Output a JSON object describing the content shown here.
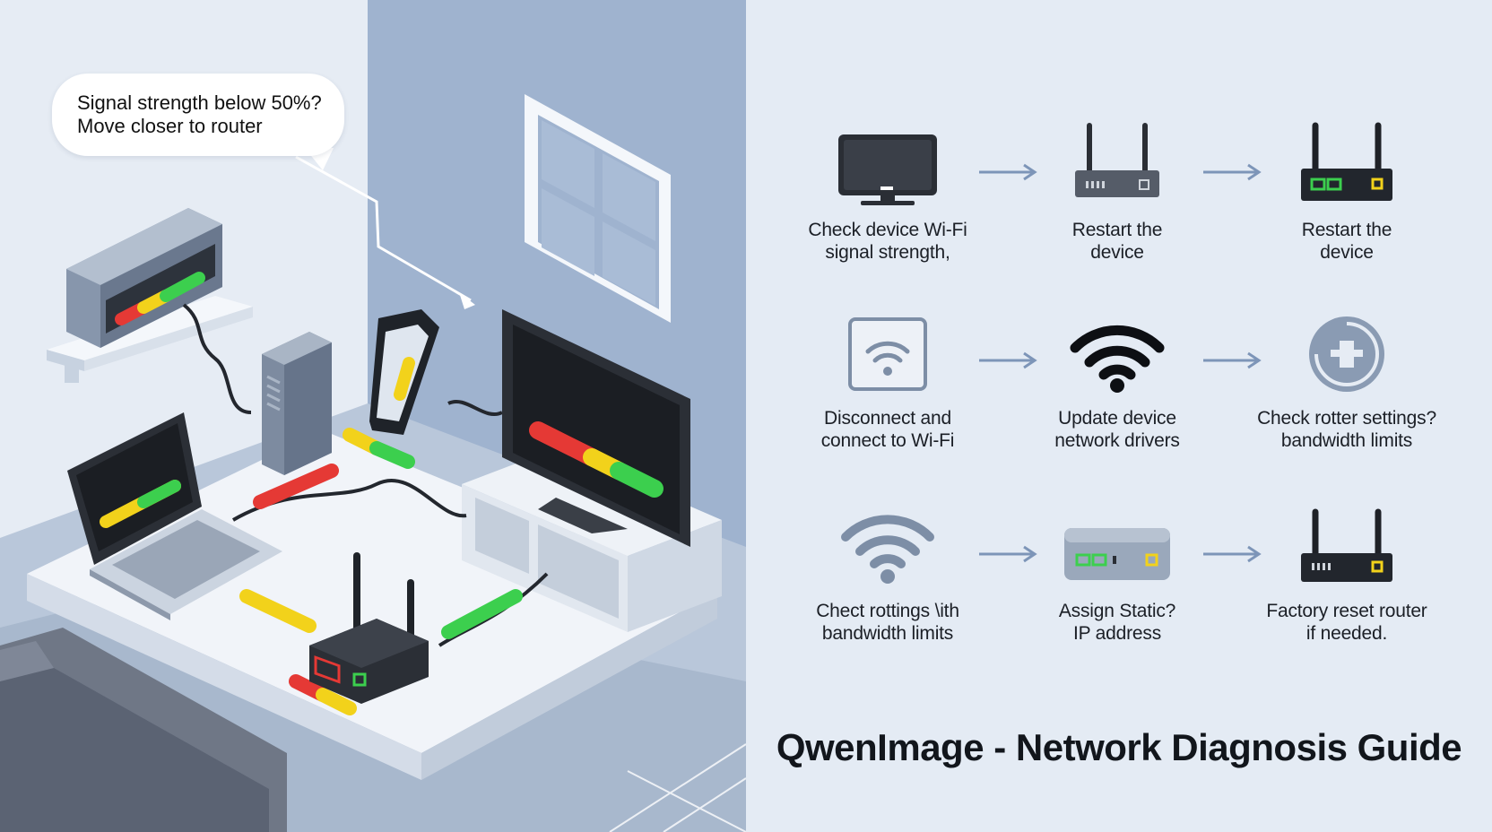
{
  "callout": {
    "line1": "Signal strength below 50%?",
    "line2": "Move closer to router"
  },
  "title": "QwenImage - Network Diagnosis Guide",
  "steps": [
    {
      "icon": "monitor-icon",
      "line1": "Check device Wi-Fi",
      "line2": "signal strength,"
    },
    {
      "icon": "router-icon",
      "line1": "Restart the",
      "line2": "device"
    },
    {
      "icon": "router-status-icon",
      "line1": "Restart the",
      "line2": "device"
    },
    {
      "icon": "wifi-box-icon",
      "line1": "Disconnect and",
      "line2": "connect to Wi-Fi"
    },
    {
      "icon": "wifi-icon",
      "line1": "Update device",
      "line2": "network drivers"
    },
    {
      "icon": "router-settings-icon",
      "line1": "Check rotter settings?",
      "line2": "bandwidth limits"
    },
    {
      "icon": "wifi-signal-icon",
      "line1": "Chect rottings \\ith",
      "line2": "bandwidth limits"
    },
    {
      "icon": "modem-icon",
      "line1": "Assign Static?",
      "line2": "IP address"
    },
    {
      "icon": "router-reset-icon",
      "line1": "Factory reset router",
      "line2": "if needed."
    }
  ],
  "colors": {
    "background": "#e4ebf4",
    "wall": "#9fb3cf",
    "signal_red": "#e53935",
    "signal_yellow": "#f2d21b",
    "signal_green": "#3ccf4e",
    "arrow": "#7d95b8",
    "icon_dark": "#2a2e35"
  }
}
